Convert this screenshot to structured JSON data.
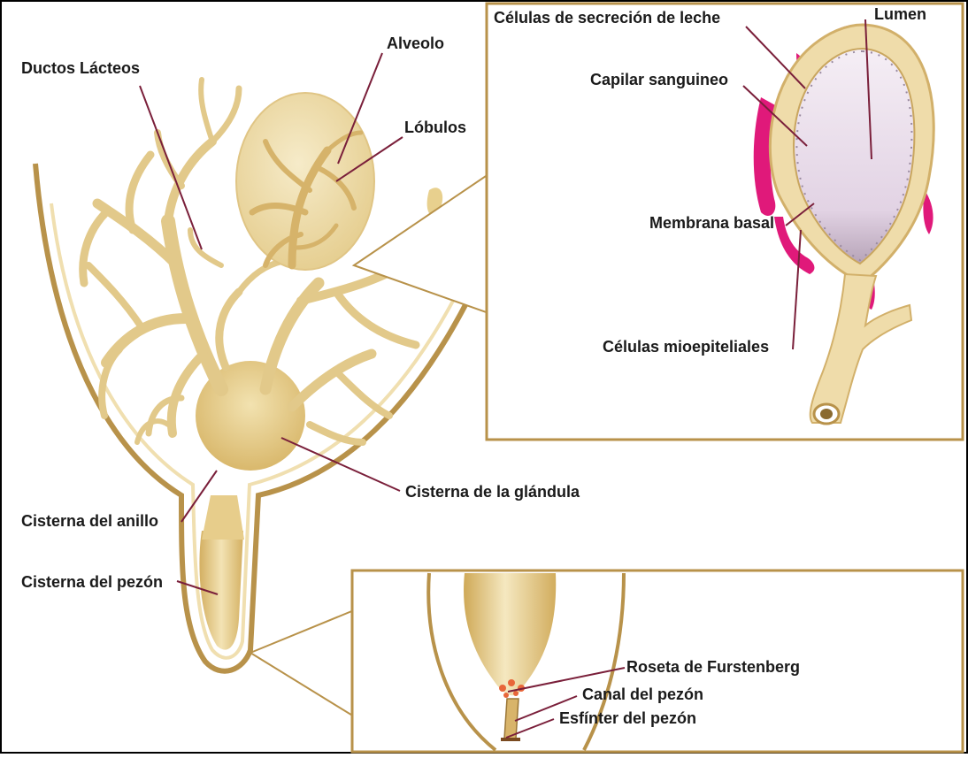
{
  "labels": {
    "ductos_lacteos": "Ductos Lácteos",
    "alveolo": "Alveolo",
    "lobulos": "Lóbulos",
    "celulas_secrecion": "Células de secreción de leche",
    "lumen": "Lumen",
    "capilar": "Capilar sanguineo",
    "membrana": "Membrana basal",
    "mioepiteliales": "Células mioepiteliales",
    "cisterna_glandula": "Cisterna de la glándula",
    "cisterna_anillo": "Cisterna del anillo",
    "cisterna_pezon": "Cisterna del pezón",
    "roseta": "Roseta de Furstenberg",
    "canal": "Canal del pezón",
    "esfinter": "Esfínter del pezón"
  },
  "colors": {
    "tissue": "#e9d49c",
    "tissue_light": "#f4e6bf",
    "tissue_dark": "#c9a860",
    "outline": "#b8924a",
    "lumen": "#e8dcea",
    "capillary": "#e0197a",
    "leader": "#7a1f3a",
    "panel_border": "#b8924a",
    "frame": "#000000"
  }
}
